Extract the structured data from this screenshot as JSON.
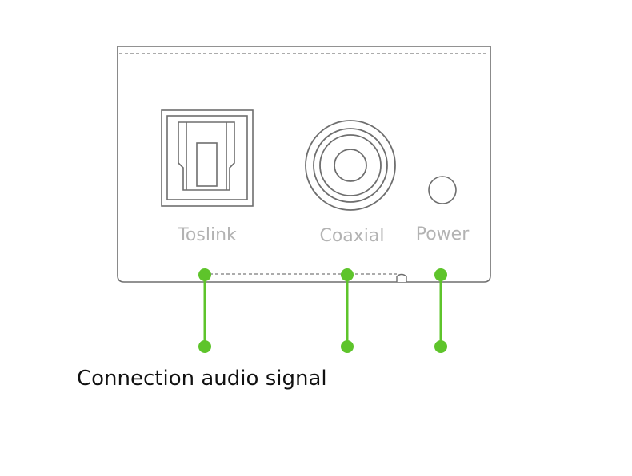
{
  "ports": {
    "toslink": "Toslink",
    "coaxial": "Coaxial",
    "power": "Power"
  },
  "caption": "Connection audio signal",
  "colors": {
    "outline": "#6e6e6e",
    "label": "#b3b3b3",
    "marker": "#5ec42b",
    "caption": "#111111"
  }
}
